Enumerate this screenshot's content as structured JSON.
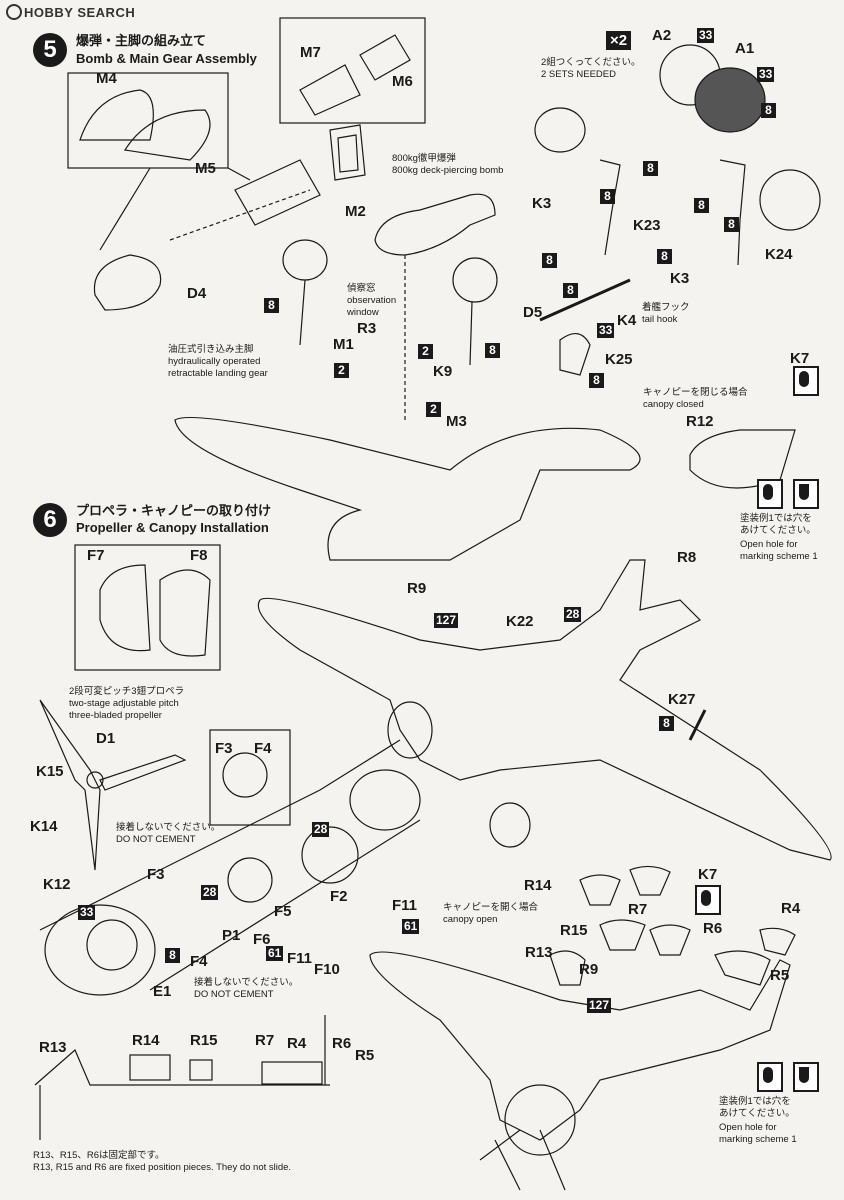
{
  "watermark": "HOBBY SEARCH",
  "steps": [
    {
      "num": "5",
      "title_jp": "爆弾・主脚の組み立て",
      "title_en": "Bomb & Main Gear Assembly"
    },
    {
      "num": "6",
      "title_jp": "プロペラ・キャノピーの取り付け",
      "title_en": "Propeller & Canopy Installation"
    }
  ],
  "parts": {
    "M4": "M4",
    "M5": "M5",
    "M7": "M7",
    "M6": "M6",
    "M2": "M2",
    "A2": "A2",
    "A1": "A1",
    "K3a": "K3",
    "K23": "K23",
    "K24": "K24",
    "K3b": "K3",
    "D4": "D4",
    "R3": "R3",
    "M1": "M1",
    "K9": "K9",
    "M3": "M3",
    "D5": "D5",
    "K4": "K4",
    "K25": "K25",
    "K7a": "K7",
    "R12": "R12",
    "F7": "F7",
    "F8": "F8",
    "D1": "D1",
    "K15": "K15",
    "K14": "K14",
    "F3a": "F3",
    "F4a": "F4",
    "K12": "K12",
    "F3b": "F3",
    "F4b": "F4",
    "P1": "P1",
    "F5": "F5",
    "F6": "F6",
    "F2": "F2",
    "F11a": "F11",
    "F11b": "F11",
    "F10": "F10",
    "E1": "E1",
    "R9a": "R9",
    "K22": "K22",
    "R8": "R8",
    "K27": "K27",
    "R14a": "R14",
    "R7a": "R7",
    "K7b": "K7",
    "R4a": "R4",
    "R15a": "R15",
    "R6a": "R6",
    "R5a": "R5",
    "R13a": "R13",
    "R9b": "R9",
    "R13b": "R13",
    "R14b": "R14",
    "R15b": "R15",
    "R7b": "R7",
    "R4b": "R4",
    "R6b": "R6",
    "R5b": "R5"
  },
  "colors": {
    "c33a": "33",
    "c33b": "33",
    "c8a": "8",
    "c8b": "8",
    "c8c": "8",
    "c8d": "8",
    "c8e": "8",
    "c8f": "8",
    "c8g": "8",
    "c8h": "8",
    "c8i": "8",
    "c8j": "8",
    "c8k": "8",
    "c2a": "2",
    "c2b": "2",
    "c2c": "2",
    "c33c": "33",
    "c127a": "127",
    "c28a": "28",
    "c28b": "28",
    "c28c": "28",
    "c61a": "61",
    "c61b": "61",
    "c33d": "33",
    "c8l": "8",
    "c8m": "8",
    "c127b": "127"
  },
  "notes": {
    "sets_jp": "2組つくってください。",
    "sets_en": "2 SETS NEEDED",
    "x2": "×2",
    "bomb_jp": "800kg徹甲爆弾",
    "bomb_en": "800kg deck-piercing bomb",
    "window_jp": "偵察窓",
    "window_en1": "observation",
    "window_en2": "window",
    "gear_jp": "油圧式引き込み主脚",
    "gear_en1": "hydraulically operated",
    "gear_en2": "retractable landing gear",
    "hook_jp": "着艦フック",
    "hook_en": "tail hook",
    "canopy_closed_jp": "キャノピーを閉じる場合",
    "canopy_closed_en": "canopy closed",
    "hole_jp1": "塗装例1では穴を",
    "hole_jp2": "あけてください。",
    "hole_en1": "Open hole for",
    "hole_en2": "marking scheme 1",
    "prop_jp": "2段可変ピッチ3翅プロペラ",
    "prop_en1": "two-stage adjustable pitch",
    "prop_en2": "three-bladed propeller",
    "nocement_jp": "接着しないでください。",
    "nocement_en": "DO NOT CEMENT",
    "canopy_open_jp": "キャノピーを開く場合",
    "canopy_open_en": "canopy open",
    "fixed_jp": "R13、R15、R6は固定部です。",
    "fixed_en": "R13, R15 and R6 are fixed position pieces. They do not slide."
  }
}
